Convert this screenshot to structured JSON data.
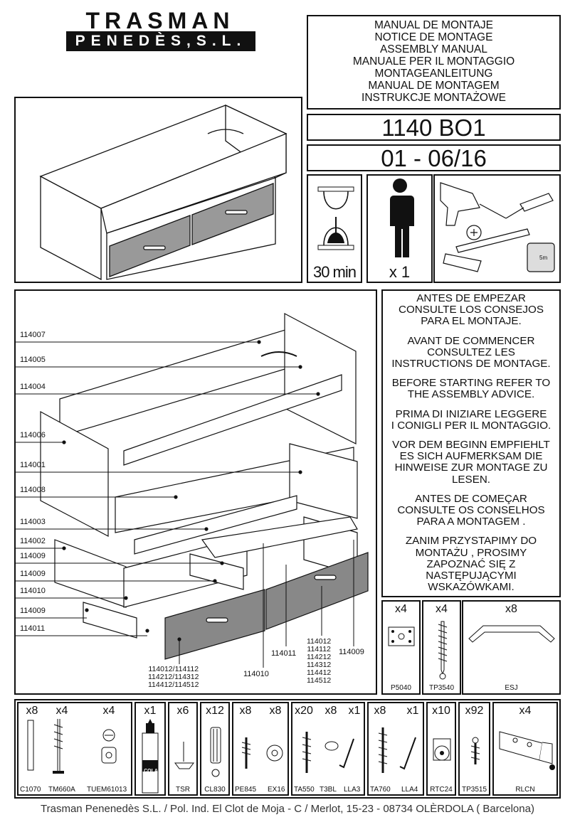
{
  "header": {
    "brand_top": "TRASMAN",
    "brand_bottom": "PENEDÈS,S.L.",
    "titles": [
      "MANUAL DE MONTAJE",
      "NOTICE DE MONTAGE",
      "ASSEMBLY MANUAL",
      "MANUALE PER IL MONTAGGIO",
      "MONTAGEANLEITUNG",
      "MANUAL DE MONTAGEM",
      "INSTRUKCJE MONTAŻOWE"
    ],
    "model": "1140 BO1",
    "revision": "01 - 06/16"
  },
  "info": {
    "time": "30 min",
    "persons": "x 1"
  },
  "notes": [
    "ANTES DE EMPEZAR\nCONSULTE LOS CONSEJOS\nPARA EL MONTAJE.",
    "AVANT DE COMMENCER\nCONSULTEZ LES\nINSTRUCTIONS DE MONTAGE.",
    "BEFORE STARTING REFER TO\nTHE ASSEMBLY ADVICE.",
    "PRIMA DI INIZIARE LEGGERE\nI CONIGLI PER IL MONTAGGIO.",
    "VOR DEM BEGINN EMPFIEHLT\nES SICH AUFMERKSAM DIE\nHINWEISE ZUR MONTAGE ZU\nLESEN.",
    "ANTES DE COMEÇAR\nCONSULTE OS CONSELHOS\nPARA A MONTAGEM .",
    "ZANIM PRZYSTAPIMY DO\nMONTAŻU , PROSIMY\nZAPOZNAĆ SIĘ Z\nNASTĘPUJĄCYMI\nWSKAZÓWKAMI."
  ],
  "parts_left": [
    "114007",
    "114005",
    "114004",
    "114006",
    "114001",
    "114008",
    "114003",
    "114002",
    "114009",
    "114009",
    "114010",
    "114009",
    "114011"
  ],
  "parts_bottom": {
    "p1": "114012/114112\n114212/114312\n114412/114512",
    "p2": "114010",
    "p3": "114011",
    "p4": "114012\n114112\n114212\n114312\n114412\n114512",
    "p5": "114009"
  },
  "hardware_top": [
    {
      "qty": "x4",
      "code": "P5040"
    },
    {
      "qty": "x4",
      "code": "TP3540"
    },
    {
      "qty": "x8",
      "code": "ESJ"
    }
  ],
  "hardware_bottom": {
    "g1": {
      "qtys": [
        "x8",
        "x4",
        "x4"
      ],
      "codes": [
        "C1070",
        "TM660A",
        "TUEM61013"
      ]
    },
    "g2": {
      "qty": "x1",
      "glue": "COLA"
    },
    "g3": {
      "qty": "x6",
      "code": "TSR"
    },
    "g4": {
      "qty": "x12",
      "code": "CL830"
    },
    "g5": {
      "qtys": [
        "x8",
        "x8"
      ],
      "codes": [
        "PE845",
        "EX16"
      ]
    },
    "g6": {
      "qtys": [
        "x20",
        "x8",
        "x1"
      ],
      "codes": [
        "TA550",
        "T3BL",
        "LLA3"
      ]
    },
    "g7": {
      "qtys": [
        "x8",
        "x1"
      ],
      "codes": [
        "TA760",
        "LLA4"
      ]
    },
    "g8": {
      "qty": "x10",
      "code": "RTC24"
    },
    "g9": {
      "qty": "x92",
      "code": "TP3515"
    },
    "g10": {
      "qty": "x4",
      "code": "RLCN"
    }
  },
  "footer": "Trasman Penenedès S.L. / Pol. Ind. El Clot de Moja - C / Merlot, 15-23 - 08734 OLÈRDOLA ( Barcelona)"
}
